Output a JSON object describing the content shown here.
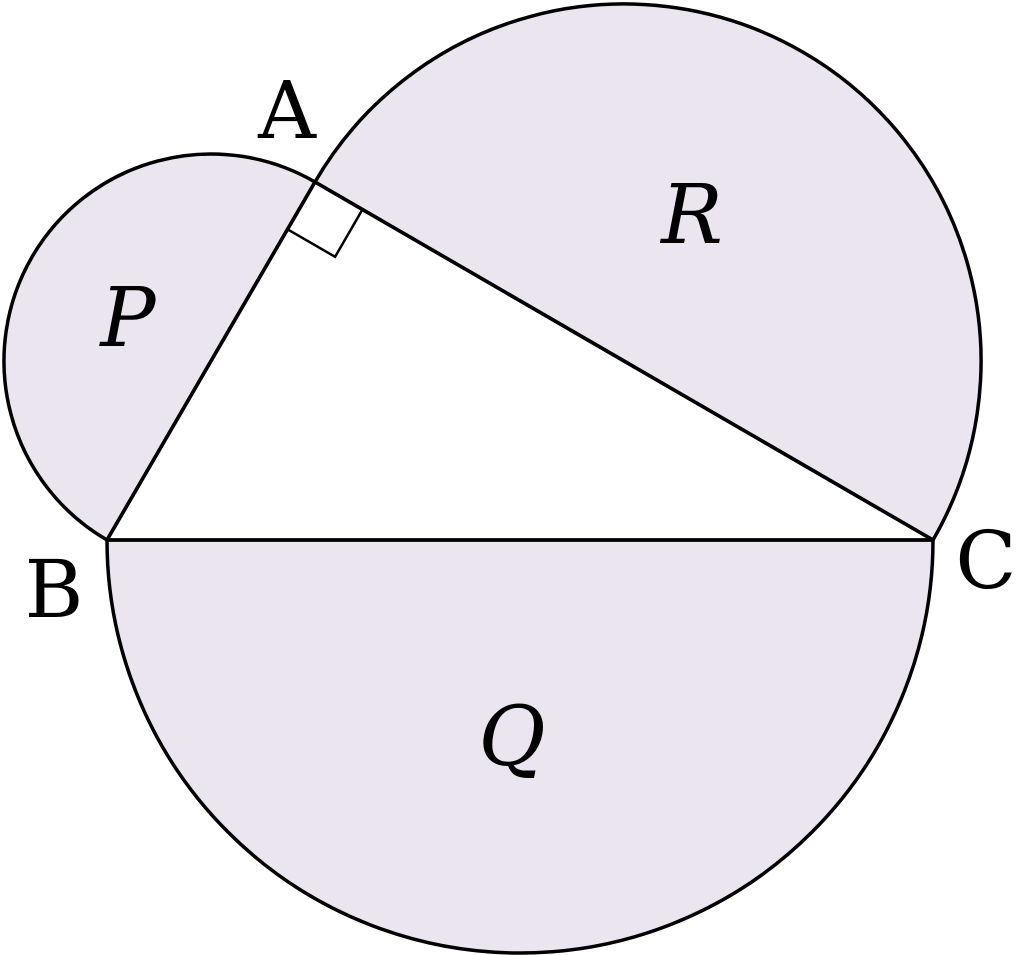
{
  "vertices": {
    "A": "A",
    "B": "B",
    "C": "C"
  },
  "regions": {
    "P": "P",
    "Q": "Q",
    "R": "R"
  },
  "right_angle_at": "A",
  "colors": {
    "shading": "#ebe5f0",
    "stroke": "#000000",
    "background": "#ffffff"
  }
}
